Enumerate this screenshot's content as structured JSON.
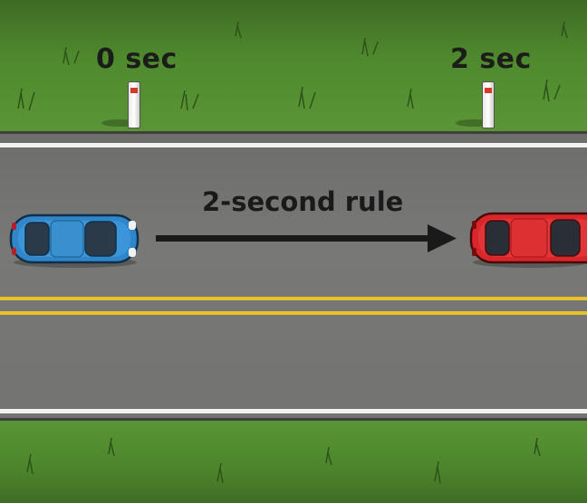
{
  "markers": {
    "start_label": "0 sec",
    "end_label": "2 sec"
  },
  "rule": {
    "label": "2-second rule"
  },
  "colors": {
    "car_following": "#2f86c9",
    "car_leading": "#d8262a",
    "road": "#767674",
    "grass": "#4f8a2e",
    "lane_yellow": "#e8c12a",
    "edge_white": "#f2f2ee"
  },
  "icons": {
    "following_car": "car-icon",
    "leading_car": "car-icon",
    "arrow": "arrow-right-icon",
    "marker_post": "road-post-icon"
  }
}
